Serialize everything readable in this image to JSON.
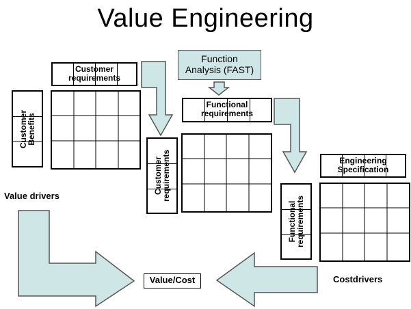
{
  "title": "Value Engineering",
  "fast_box": "Function\nAnalysis (FAST)",
  "labels": {
    "customer_requirements_top": "Customer\nrequirements",
    "customer_benefits": "Customer\nBenefits",
    "functional_requirements_top": "Functional\nrequirements",
    "customer_requirements_side": "Customer\nrequirements",
    "engineering_specification": "Engineering\nSpecification",
    "functional_requirements_side": "Functional\nrequirements",
    "value_drivers": "Value drivers",
    "costdrivers": "Costdrivers",
    "value_cost": "Value/Cost"
  },
  "colors": {
    "arrow_fill": "#cfe6e6",
    "arrow_stroke": "#555555",
    "grid_line": "#000000"
  }
}
